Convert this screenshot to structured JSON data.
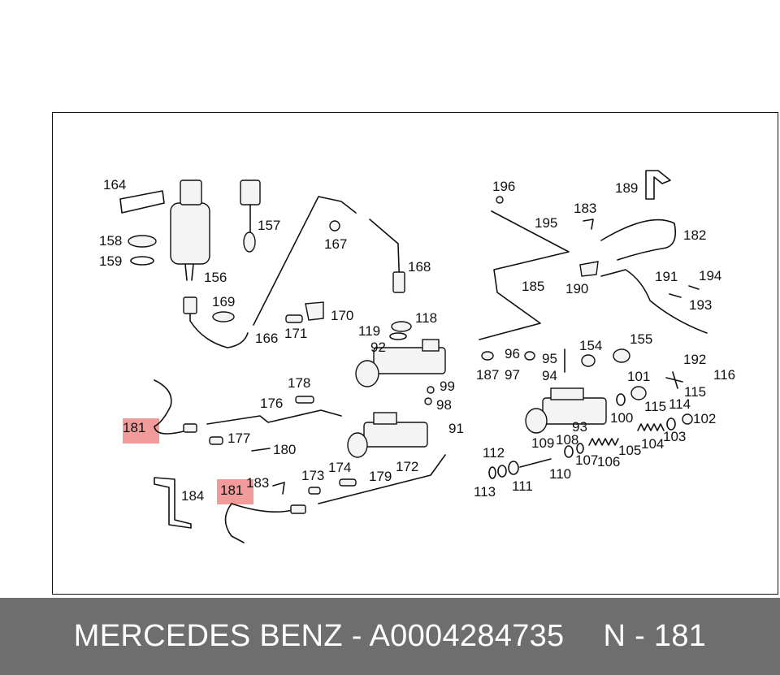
{
  "diagram": {
    "labels": [
      "164",
      "158",
      "159",
      "156",
      "157",
      "167",
      "168",
      "169",
      "166",
      "171",
      "170",
      "119",
      "118",
      "92",
      "178",
      "176",
      "177",
      "180",
      "99",
      "98",
      "91",
      "181",
      "184",
      "183",
      "173",
      "174",
      "179",
      "172",
      "196",
      "195",
      "183",
      "189",
      "182",
      "185",
      "190",
      "191",
      "194",
      "193",
      "192",
      "96",
      "95",
      "154",
      "155",
      "187",
      "97",
      "94",
      "101",
      "116",
      "115",
      "115",
      "114",
      "100",
      "93",
      "109",
      "108",
      "107",
      "106",
      "105",
      "104",
      "103",
      "102",
      "112",
      "113",
      "111",
      "110",
      "181"
    ],
    "highlighted": [
      "181"
    ]
  },
  "footer": {
    "part_line": "MERCEDES BENZ - A0004284735",
    "ref_line": "N - 181"
  }
}
